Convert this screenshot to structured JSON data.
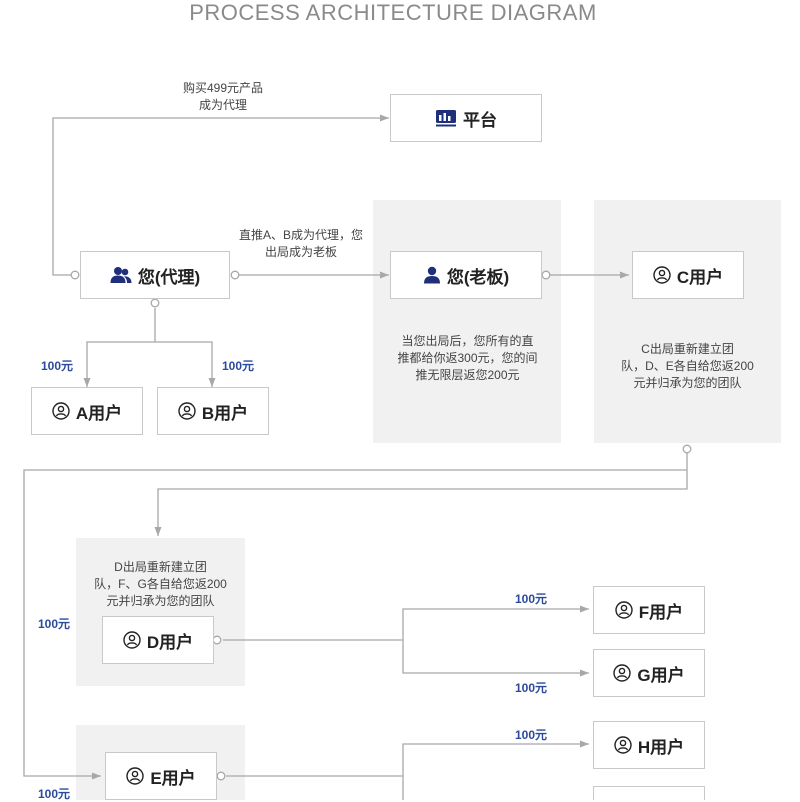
{
  "title": "PROCESS ARCHITECTURE DIAGRAM",
  "colors": {
    "accent": "#1f2f7a",
    "amount": "#2b4a9a",
    "panel": "#f1f1f2",
    "line": "#a8a8a8"
  },
  "nodes": {
    "platform": {
      "label": "平台",
      "icon": "dashboard-icon"
    },
    "you_agent": {
      "label": "您(代理)",
      "icon": "users-icon"
    },
    "you_boss": {
      "label": "您(老板)",
      "icon": "user-icon"
    },
    "user_a": {
      "label": "A用户",
      "icon": "user-circle-icon"
    },
    "user_b": {
      "label": "B用户",
      "icon": "user-circle-icon"
    },
    "user_c": {
      "label": "C用户",
      "icon": "user-circle-icon"
    },
    "user_d": {
      "label": "D用户",
      "icon": "user-circle-icon"
    },
    "user_e": {
      "label": "E用户",
      "icon": "user-circle-icon"
    },
    "user_f": {
      "label": "F用户",
      "icon": "user-circle-icon"
    },
    "user_g": {
      "label": "G用户",
      "icon": "user-circle-icon"
    },
    "user_h": {
      "label": "H用户",
      "icon": "user-circle-icon"
    }
  },
  "notes": {
    "buy": [
      "购买499元产品",
      "成为代理"
    ],
    "push": [
      "直推A、B成为代理，您",
      "出局成为老板"
    ],
    "boss": [
      "当您出局后，您所有的直",
      "推都给你返300元，您的间",
      "推无限层返您200元"
    ],
    "c_rebuild": [
      "C出局重新建立团",
      "队，D、E各自给您返200",
      "元并归承为您的团队"
    ],
    "d_rebuild": [
      "D出局重新建立团",
      "队，F、G各自给您返200",
      "元并归承为您的团队"
    ]
  },
  "amounts": {
    "a": "100元",
    "b": "100元",
    "d": "100元",
    "e": "100元",
    "f": "100元",
    "g": "100元",
    "h": "100元"
  }
}
